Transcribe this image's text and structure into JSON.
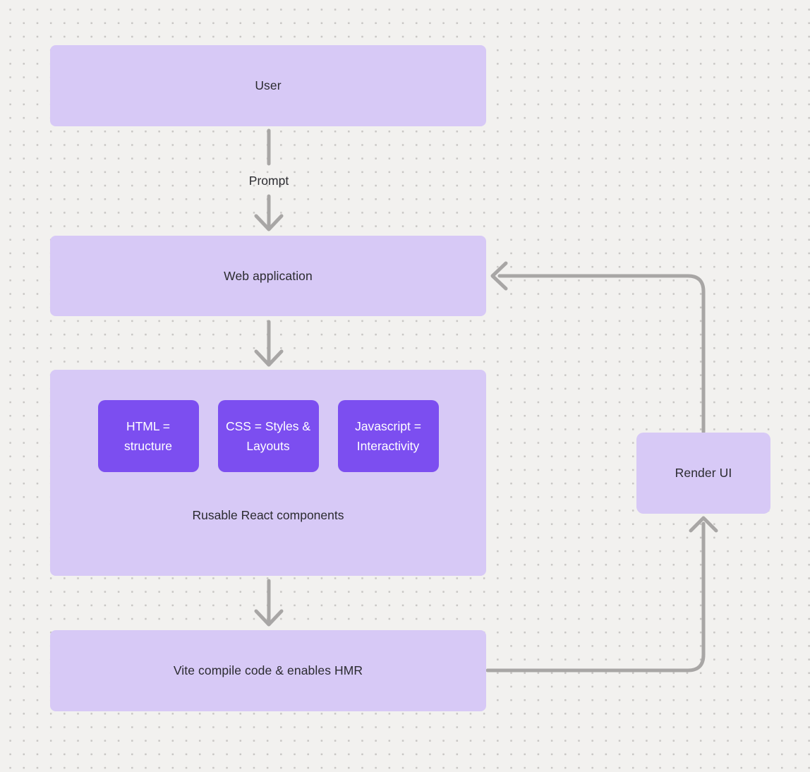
{
  "diagram": {
    "background": {
      "base_color": "#f2f1ef",
      "dot_color": "#c8c6c4"
    },
    "palette": {
      "node_fill": "#d7c9f6",
      "accent_fill": "#7c4ef0",
      "accent_text": "#ffffff",
      "label_text": "#2b2b30",
      "connector": "#a8a6a5"
    },
    "nodes": {
      "user": {
        "label": "User"
      },
      "web_application": {
        "label": "Web application"
      },
      "components_group": {
        "caption": "Rusable React components",
        "children": [
          {
            "label": "HTML = structure"
          },
          {
            "label": "CSS = Styles & Layouts"
          },
          {
            "label": "Javascript = Interactivity"
          }
        ]
      },
      "vite": {
        "label": "Vite compile code & enables HMR"
      },
      "render_ui": {
        "label": "Render UI"
      }
    },
    "edges": {
      "user_to_web": {
        "label": "Prompt"
      },
      "web_to_components": {
        "label": ""
      },
      "components_to_vite": {
        "label": ""
      },
      "vite_to_render": {
        "label": ""
      },
      "render_to_web": {
        "label": ""
      }
    }
  }
}
